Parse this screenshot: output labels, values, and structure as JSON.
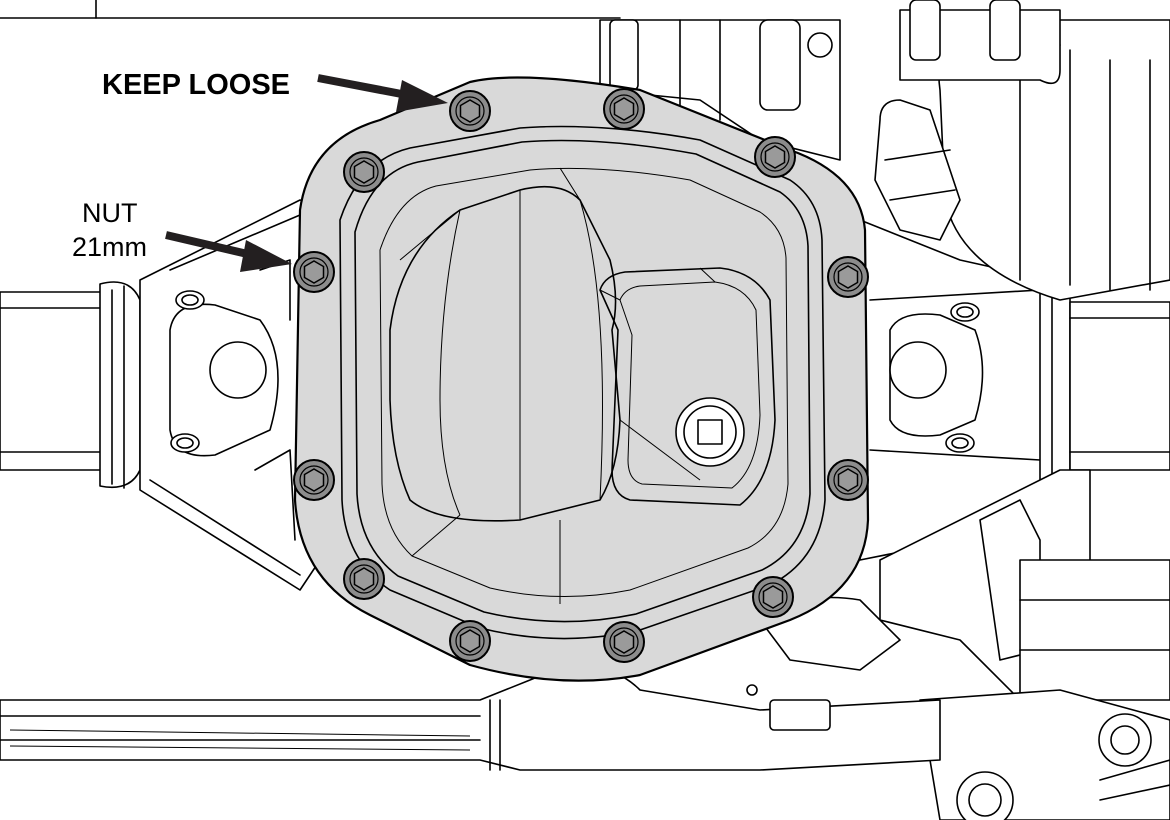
{
  "callouts": {
    "keep_loose": "KEEP LOOSE",
    "nut_label_line1": "NUT",
    "nut_label_line2": "21mm"
  },
  "colors": {
    "cover_fill": "#d9d9d9",
    "bolt_fill": "#8c8c8c",
    "line": "#000000",
    "background": "#ffffff"
  },
  "bolt_count": 12,
  "icons": {
    "arrow": "callout-arrow",
    "bolt": "hex-bolt-icon"
  }
}
